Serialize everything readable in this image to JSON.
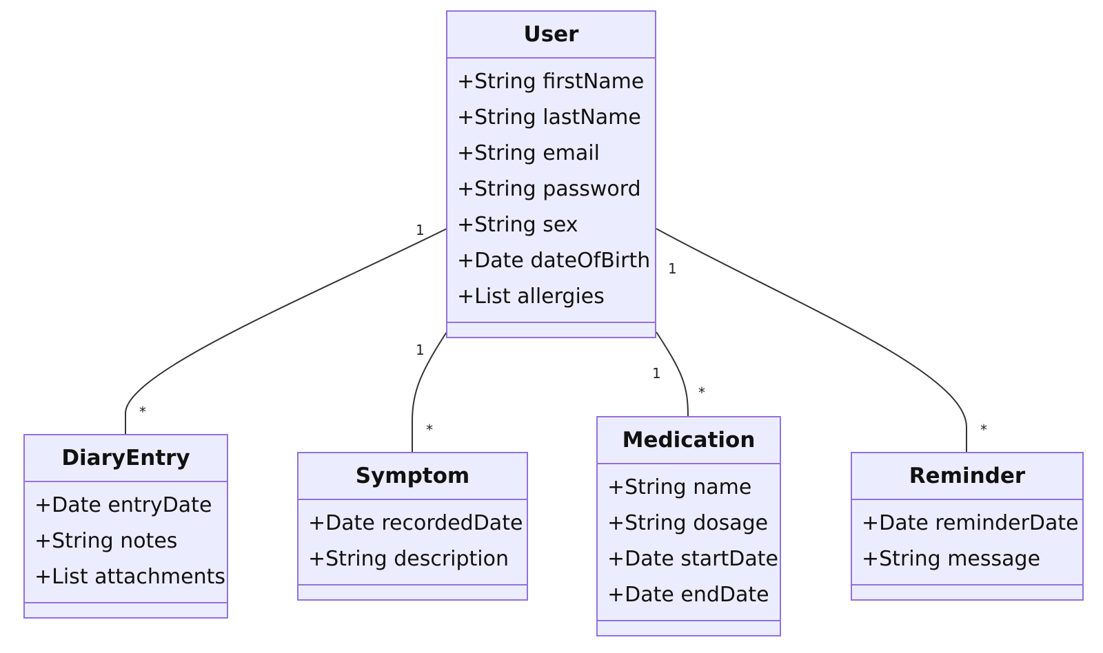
{
  "classes": {
    "user": {
      "name": "User",
      "attributes": [
        "+String firstName",
        "+String lastName",
        "+String email",
        "+String password",
        "+String sex",
        "+Date dateOfBirth",
        "+List allergies"
      ]
    },
    "diary": {
      "name": "DiaryEntry",
      "attributes": [
        "+Date entryDate",
        "+String notes",
        "+List attachments"
      ]
    },
    "symptom": {
      "name": "Symptom",
      "attributes": [
        "+Date recordedDate",
        "+String description"
      ]
    },
    "medication": {
      "name": "Medication",
      "attributes": [
        "+String name",
        "+String dosage",
        "+Date startDate",
        "+Date endDate"
      ]
    },
    "reminder": {
      "name": "Reminder",
      "attributes": [
        "+Date reminderDate",
        "+String message"
      ]
    }
  },
  "relations": [
    {
      "from": "User",
      "to": "DiaryEntry",
      "from_mult": "1",
      "to_mult": "*"
    },
    {
      "from": "User",
      "to": "Symptom",
      "from_mult": "1",
      "to_mult": "*"
    },
    {
      "from": "User",
      "to": "Medication",
      "from_mult": "1",
      "to_mult": "*"
    },
    {
      "from": "User",
      "to": "Reminder",
      "from_mult": "1",
      "to_mult": "*"
    }
  ],
  "colors": {
    "class_fill": "#ECECFF",
    "class_border": "#9370DB",
    "edge": "#333333"
  }
}
